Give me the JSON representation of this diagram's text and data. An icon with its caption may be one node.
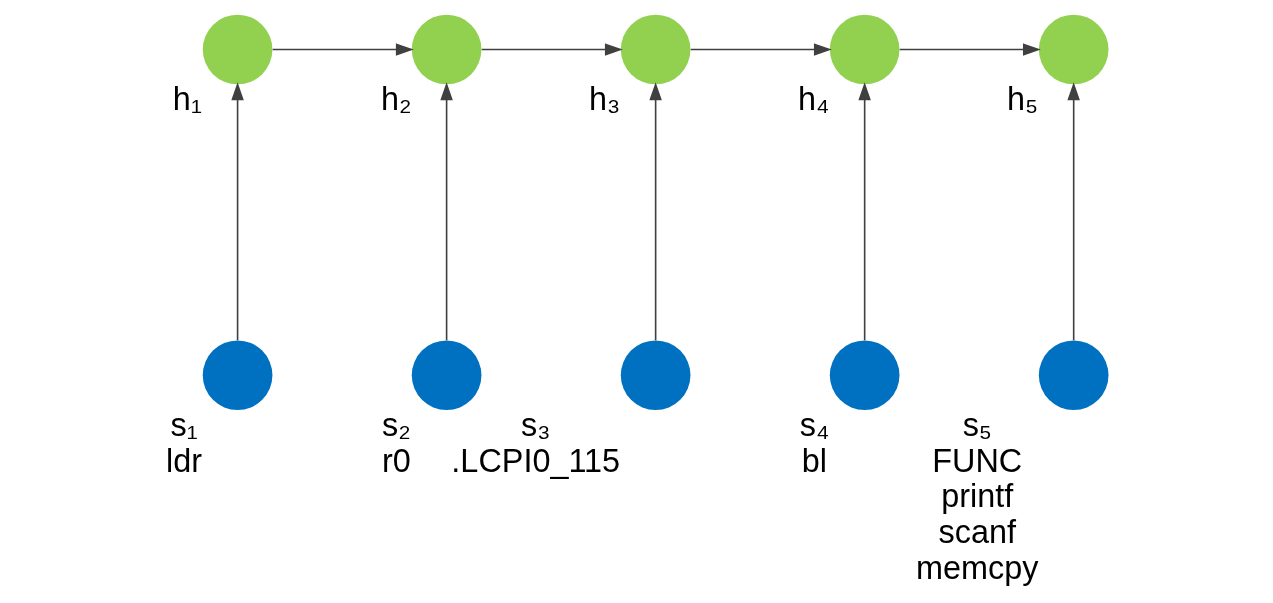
{
  "diagram": {
    "nodes": [
      {
        "text": [],
        "shape": "circle",
        "beside": [
          "h₁"
        ]
      },
      {
        "text": [],
        "shape": "circle",
        "beside": [
          "h₂"
        ]
      },
      {
        "text": [],
        "shape": "circle",
        "beside": [
          "h₃"
        ]
      },
      {
        "text": [],
        "shape": "circle",
        "beside": [
          "h₄"
        ]
      },
      {
        "text": [],
        "shape": "circle",
        "beside": [
          "h₅"
        ]
      },
      {
        "text": [],
        "shape": "circle",
        "beside": [
          "s₁",
          "ldr"
        ]
      },
      {
        "text": [],
        "shape": "circle",
        "beside": [
          "s₂",
          "r0"
        ]
      },
      {
        "text": [],
        "shape": "circle",
        "beside": [
          "s₃",
          ".LCPI0_115"
        ]
      },
      {
        "text": [],
        "shape": "circle",
        "beside": [
          "s₄",
          "bl"
        ]
      },
      {
        "text": [],
        "shape": "circle",
        "beside": [
          "s₅",
          "FUNC",
          "printf",
          "scanf",
          "memcpy"
        ]
      }
    ],
    "edges": [
      {
        "from": 0,
        "to": 1,
        "arrow": "to"
      },
      {
        "from": 1,
        "to": 2,
        "arrow": "to"
      },
      {
        "from": 2,
        "to": 3,
        "arrow": "to"
      },
      {
        "from": 3,
        "to": 4,
        "arrow": "to"
      },
      {
        "from": 5,
        "to": 0,
        "arrow": "to"
      },
      {
        "from": 6,
        "to": 1,
        "arrow": "to"
      },
      {
        "from": 7,
        "to": 2,
        "arrow": "to"
      },
      {
        "from": 8,
        "to": 3,
        "arrow": "to"
      },
      {
        "from": 9,
        "to": 4,
        "arrow": "to"
      }
    ]
  }
}
